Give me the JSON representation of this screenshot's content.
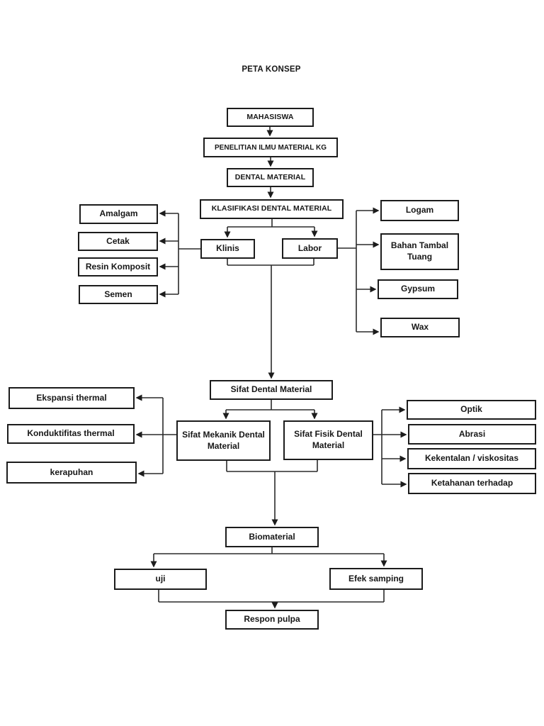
{
  "page": {
    "title": "PETA KONSEP",
    "background_color": "#ffffff",
    "line_color": "#222222"
  },
  "nodes": {
    "mahasiswa": {
      "label": "MAHASISWA"
    },
    "penelitian": {
      "label": "PENELITIAN ILMU MATERIAL KG"
    },
    "dental": {
      "label": "DENTAL MATERIAL"
    },
    "klasifikasi": {
      "label": "KLASIFIKASI DENTAL MATERIAL"
    },
    "klinis": {
      "label": "Klinis"
    },
    "labor": {
      "label": "Labor"
    },
    "amalgam": {
      "label": "Amalgam"
    },
    "cetak": {
      "label": "Cetak"
    },
    "resin": {
      "label": "Resin Komposit"
    },
    "semen": {
      "label": "Semen"
    },
    "logam": {
      "label": "Logam"
    },
    "bahan_tambal": {
      "label": "Bahan Tambal Tuang"
    },
    "gypsum": {
      "label": "Gypsum"
    },
    "wax": {
      "label": "Wax"
    },
    "sifat_dental": {
      "label": "Sifat Dental Material"
    },
    "sifat_mekanik": {
      "label": "Sifat Mekanik Dental Material"
    },
    "sifat_fisik": {
      "label": "Sifat Fisik Dental Material"
    },
    "ekspansi": {
      "label": "Ekspansi thermal"
    },
    "konduktifitas": {
      "label": "Konduktifitas thermal"
    },
    "kerapuhan": {
      "label": "kerapuhan"
    },
    "optik": {
      "label": "Optik"
    },
    "abrasi": {
      "label": "Abrasi"
    },
    "kekentalan": {
      "label": "Kekentalan / viskositas"
    },
    "ketahanan": {
      "label": "Ketahanan terhadap"
    },
    "biomaterial": {
      "label": "Biomaterial"
    },
    "uji": {
      "label": "uji"
    },
    "efek_samping": {
      "label": "Efek samping"
    },
    "respon_pulpa": {
      "label": "Respon pulpa"
    }
  }
}
